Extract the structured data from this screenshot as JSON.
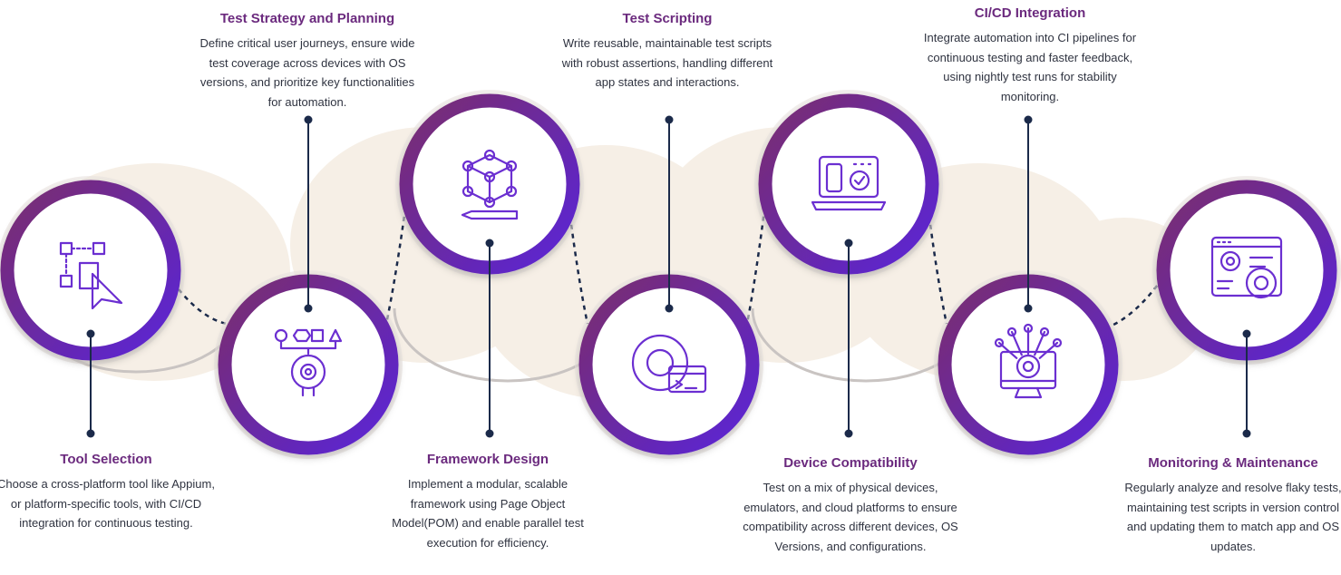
{
  "colors": {
    "ring_gradient_start": "#7a2e6e",
    "ring_gradient_end": "#5a25d8",
    "icon_stroke": "#6b2fd1",
    "connector": "#1b2a4a",
    "band_fill": "#f6efe6",
    "title": "#6b2a7e",
    "text": "#2f3340"
  },
  "steps": [
    {
      "title": "Tool Selection",
      "description": "Choose a cross-platform tool like Appium, or platform-specific tools, with CI/CD integration for continuous testing.",
      "icon": "flowchart-cursor-icon"
    },
    {
      "title": "Test Strategy and Planning",
      "description": "Define critical user journeys, ensure wide test coverage across devices with OS versions, and prioritize key functionalities for automation.",
      "icon": "strategy-gear-icon"
    },
    {
      "title": "Framework Design",
      "description": "Implement a modular, scalable framework using Page Object Model(POM) and enable parallel test execution for efficiency.",
      "icon": "cube-pencil-icon"
    },
    {
      "title": "Test Scripting",
      "description": "Write reusable, maintainable test scripts with robust assertions, handling different app states and interactions.",
      "icon": "gear-terminal-icon"
    },
    {
      "title": "Device Compatibility",
      "description": "Test on a mix of physical devices, emulators, and cloud platforms to ensure compatibility across different devices, OS Versions, and configurations.",
      "icon": "laptop-phone-check-icon"
    },
    {
      "title": "CI/CD Integration",
      "description": "Integrate automation into CI pipelines for continuous testing and faster feedback, using nightly test runs for stability monitoring.",
      "icon": "monitor-gear-circuit-icon"
    },
    {
      "title": "Monitoring & Maintenance",
      "description": "Regularly analyze and resolve flaky tests, maintaining test scripts in version control and updating them to match app and OS updates.",
      "icon": "browser-gears-icon"
    }
  ]
}
